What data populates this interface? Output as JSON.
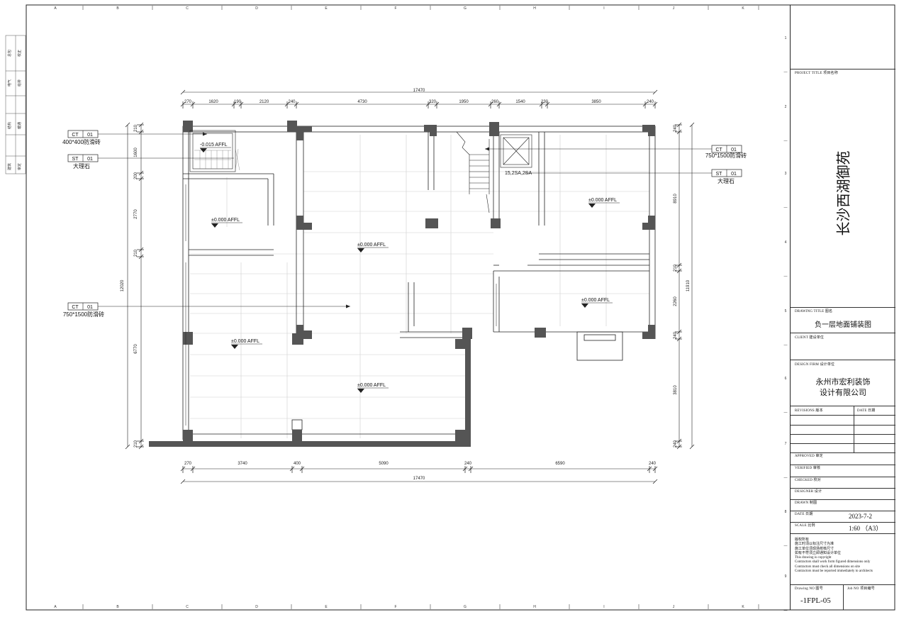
{
  "grid": {
    "cols": [
      "A",
      "B",
      "C",
      "D",
      "E",
      "F",
      "G",
      "H",
      "I",
      "J",
      "K"
    ],
    "rows": [
      "1",
      "2",
      "3",
      "4",
      "5",
      "6",
      "7",
      "8",
      "9"
    ]
  },
  "left_strip": [
    "总包",
    "校正",
    "电气",
    "给排",
    "结构",
    "暖通",
    "建筑",
    "审定"
  ],
  "dims": {
    "top_total": "17470",
    "top": [
      "270",
      "1620",
      "190",
      "2120",
      "240",
      "4730",
      "320",
      "1950",
      "260",
      "1540",
      "230",
      "3850",
      "240"
    ],
    "bottom": [
      "270",
      "3740",
      "400",
      "5090",
      "240",
      "6590",
      "240"
    ],
    "bottom_total": "17470",
    "left": [
      "210",
      "1600",
      "200",
      "2770",
      "210",
      "6770",
      "210"
    ],
    "left_total": "12020",
    "right": [
      "240",
      "8910",
      "210",
      "2260",
      "240",
      "3810",
      "240"
    ],
    "right_total": "11910"
  },
  "levels": [
    "-0.015 AFFL",
    "±0.000 AFFL",
    "±0.000 AFFL",
    "±0.000 AFFL",
    "±0.000 AFFL",
    "±0.000 AFFL",
    "±0.000 AFFL",
    "15,2SA,2SA"
  ],
  "tags": [
    {
      "code": "CT",
      "num": "01",
      "desc": "400*400防滑砖"
    },
    {
      "code": "ST",
      "num": "01",
      "desc": "大理石"
    },
    {
      "code": "CT",
      "num": "01",
      "desc": "750*1500防滑砖"
    },
    {
      "code": "CT",
      "num": "01",
      "desc": "750*1500防滑砖"
    },
    {
      "code": "ST",
      "num": "01",
      "desc": "大理石"
    }
  ],
  "title_block": {
    "project_title_label": "PROJECT TITLE  项目名称",
    "project_title": "长沙西湖御苑",
    "drawing_title_label": "DRAWING TITLE  图名",
    "drawing_title": "负一层地面铺装图",
    "client_label": "CLIENT  建设单位",
    "design_firm_label": "DESIGN FIRM  设计单位",
    "design_firm_line1": "永州市宏利装饰",
    "design_firm_line2": "设计有限公司",
    "revisions_label": "REVISIONS  版本",
    "date_col_label": "DATE  日期",
    "approved": "APPROVED   审定",
    "verified": "VERIFIED   审核",
    "checked": "CHECKED   校对",
    "designer": "DESIGNER   设计",
    "drawn": "DRAWN   制图",
    "date_label": "DATE   日期",
    "date": "2023-7-2",
    "scale_label": "SCALE   比例",
    "scale": "1:60 （A3）",
    "notes": [
      "版权所有",
      "施工时须以标注尺寸为准",
      "施工单位须现场校核尺寸",
      "如有不符须立即通知设计单位",
      "This drawing is copyright",
      "Contractors shall work form figured dimensions only",
      "Contractors must check all dimensions on site",
      "Contractors must be reported immediately to architects"
    ],
    "drawing_no_label": "Drawing NO  图号",
    "job_no_label": "Job NO  项目编号",
    "drawing_no": "-1FPL-05"
  },
  "colors": {
    "line": "#222222",
    "fill": "#555555",
    "grid": "#cfcfcf"
  }
}
